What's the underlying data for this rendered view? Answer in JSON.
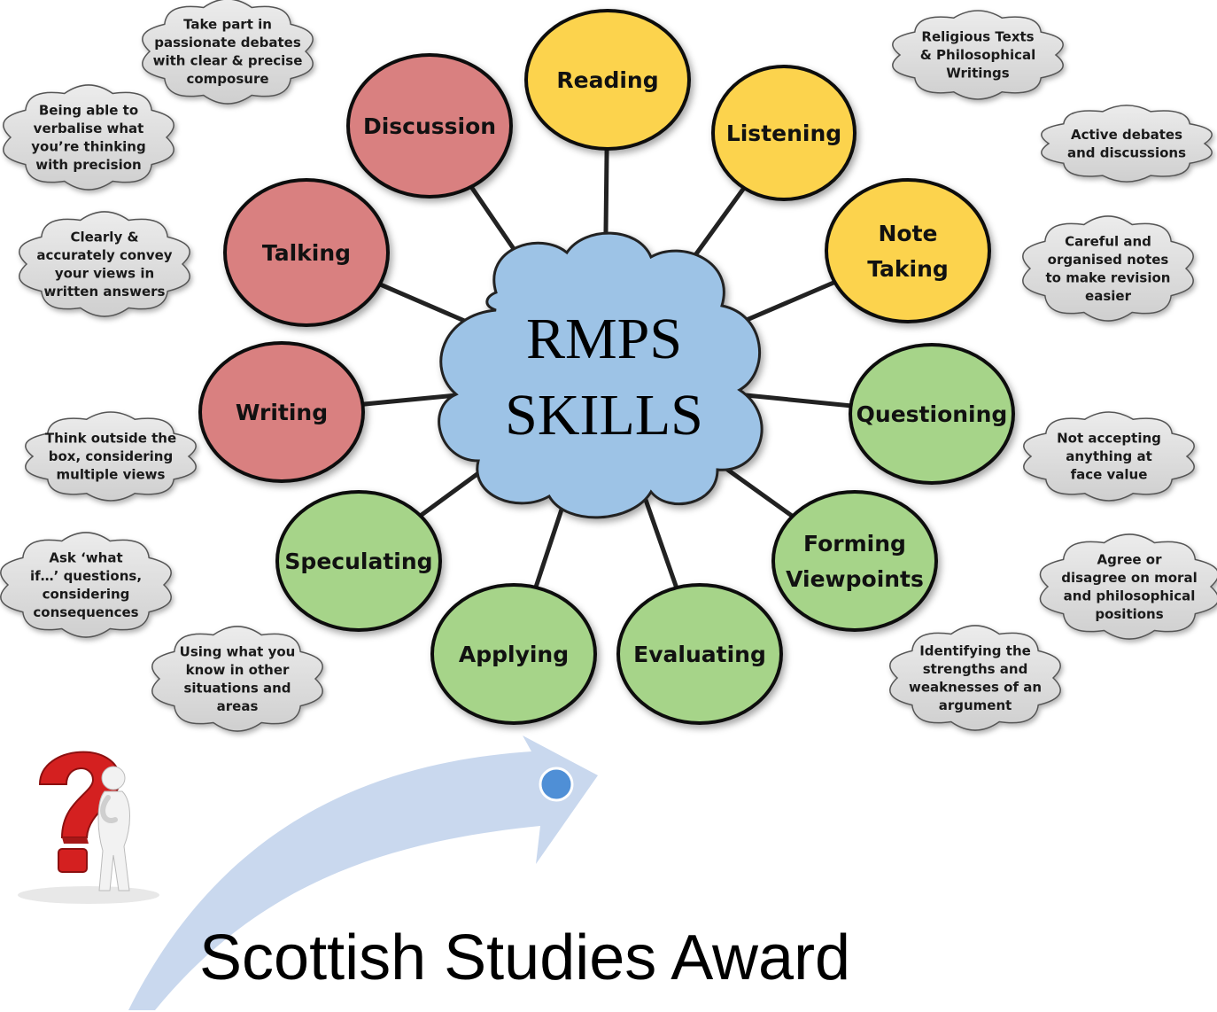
{
  "center": {
    "line1": "RMPS",
    "line2": "SKILLS"
  },
  "nodes": [
    {
      "id": "reading",
      "lines": [
        "Reading"
      ],
      "color": "#fcd34d"
    },
    {
      "id": "listening",
      "lines": [
        "Listening"
      ],
      "color": "#fcd34d"
    },
    {
      "id": "note-taking",
      "lines": [
        "Note",
        "Taking"
      ],
      "color": "#fcd34d"
    },
    {
      "id": "questioning",
      "lines": [
        "Questioning"
      ],
      "color": "#a6d489"
    },
    {
      "id": "forming-viewpoints",
      "lines": [
        "Forming",
        "Viewpoints"
      ],
      "color": "#a6d489"
    },
    {
      "id": "evaluating",
      "lines": [
        "Evaluating"
      ],
      "color": "#a6d489"
    },
    {
      "id": "applying",
      "lines": [
        "Applying"
      ],
      "color": "#a6d489"
    },
    {
      "id": "speculating",
      "lines": [
        "Speculating"
      ],
      "color": "#a6d489"
    },
    {
      "id": "writing",
      "lines": [
        "Writing"
      ],
      "color": "#d98080"
    },
    {
      "id": "talking",
      "lines": [
        "Talking"
      ],
      "color": "#d98080"
    },
    {
      "id": "discussion",
      "lines": [
        "Discussion"
      ],
      "color": "#d98080"
    }
  ],
  "clouds": [
    {
      "id": "debates",
      "lines": [
        "Take part in",
        "passionate debates",
        "with clear & precise",
        "composure"
      ]
    },
    {
      "id": "verbalise",
      "lines": [
        "Being able to",
        "verbalise what",
        "you’re thinking",
        "with precision"
      ]
    },
    {
      "id": "convey",
      "lines": [
        "Clearly &",
        "accurately convey",
        "your views in",
        "written answers"
      ]
    },
    {
      "id": "outside-box",
      "lines": [
        "Think outside the",
        "box, considering",
        "multiple views"
      ]
    },
    {
      "id": "what-if",
      "lines": [
        "Ask ‘what",
        "if…’ questions,",
        "considering",
        "consequences"
      ]
    },
    {
      "id": "using-knowledge",
      "lines": [
        "Using what you",
        "know in other",
        "situations and",
        "areas"
      ]
    },
    {
      "id": "religious-texts",
      "lines": [
        "Religious Texts",
        "& Philosophical",
        "Writings"
      ]
    },
    {
      "id": "active-debates",
      "lines": [
        "Active debates",
        "and discussions"
      ]
    },
    {
      "id": "careful-notes",
      "lines": [
        "Careful and",
        "organised notes",
        "to make revision",
        "easier"
      ]
    },
    {
      "id": "not-accepting",
      "lines": [
        "Not accepting",
        "anything at",
        "face value"
      ]
    },
    {
      "id": "agree-disagree",
      "lines": [
        "Agree or",
        "disagree on moral",
        "and philosophical",
        "positions"
      ]
    },
    {
      "id": "strengths",
      "lines": [
        "Identifying the",
        "strengths and",
        "weaknesses of an",
        "argument"
      ]
    }
  ],
  "footer": {
    "title": "Scottish Studies Award"
  },
  "colors": {
    "center_fill": "#9dc3e6",
    "cloud_fill": "#d9d9d9",
    "arrow": "#c9d8ee",
    "dot": "#4f8fd6",
    "question_mark": "#d42020"
  },
  "icons": {
    "figure": "question-mark-figure-icon"
  }
}
